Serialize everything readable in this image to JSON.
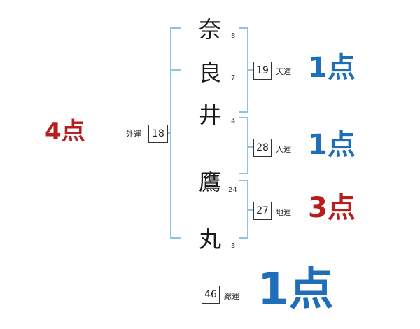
{
  "name_chars": [
    {
      "char": "奈",
      "strokes": "8"
    },
    {
      "char": "良",
      "strokes": "7"
    },
    {
      "char": "井",
      "strokes": "4"
    },
    {
      "char": "鷹",
      "strokes": "24"
    },
    {
      "char": "丸",
      "strokes": "3"
    }
  ],
  "tenkaku": {
    "label": "天運",
    "value": "19",
    "score": "1点"
  },
  "jinkaku": {
    "label": "人運",
    "value": "28",
    "score": "1点"
  },
  "chikaku": {
    "label": "地運",
    "value": "27",
    "score": "3点"
  },
  "gaikaku": {
    "label": "外運",
    "value": "18",
    "score": "4点"
  },
  "soukaku": {
    "label": "総運",
    "value": "46",
    "score": "1点"
  },
  "colors": {
    "bracket": "#8fc3e3",
    "score_blue": "#1e6fb8",
    "score_red": "#b81e1e"
  }
}
